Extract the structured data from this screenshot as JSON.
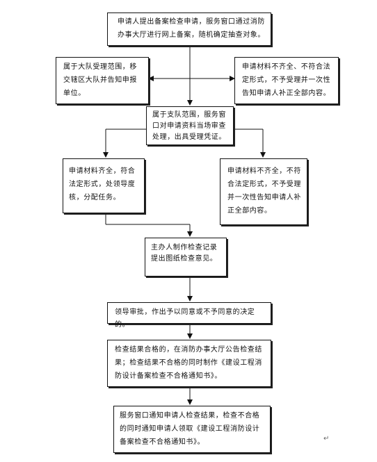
{
  "boxes": {
    "b1": "申请人提出备案检查申请，服务窗口通过消防办事大厅进行网上备案，随机确定抽查对象。",
    "b2": "属于大队受理范围，移交辖区大队并告知申报单位。",
    "b3": "申请材料不齐全、不符合法定形式，不予受理并一次性告知申请人补正全部内容。",
    "b4": "属于支队范围，服务窗口对申请资料当场审查处理，出具受理凭证。",
    "b5": "申请材料齐全，符合法定形式，处领导度核，分配任务。",
    "b6": "申请材料不齐全，不符合法定形式，不予受理并一次性告知申请人补正全部内容。",
    "b7": "主办人制作检查记录提出图纸检查意见。",
    "b8": "领导审批，作出予以同意或不予同意的决定的。",
    "b9": "检查结果合格的，在消防办事大厅公告检查结果；检查结果不合格的同时制作《建设工程消防设计备案检查不合格通知书》。",
    "b10": "服务窗口通知申请人检查结果，检查不合格的同时通知申请人领取《建设工程消防设计备案检查不合格通知书》。"
  },
  "marks": {
    "return_mark": "↵"
  }
}
